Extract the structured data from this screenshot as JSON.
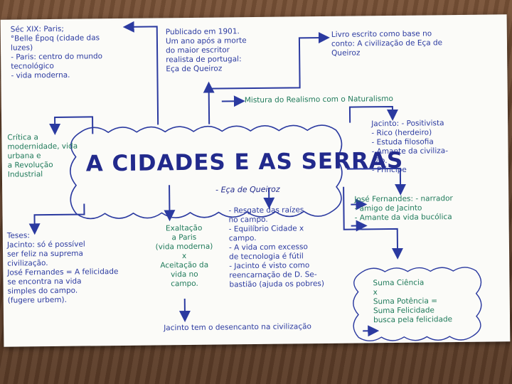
{
  "title": "A CIDADES E AS SERRAS",
  "author": "- Eça de Queiroz",
  "notes": {
    "paris": "Séc XIX: Paris;\n°Belle Époq (cidade das\nluzes)\n- Paris: centro do mundo\ntecnológico\n- vida moderna.",
    "publicado": "Publicado em 1901.\nUm ano após a morte\ndo maior escritor\nrealista de portugal:\nEça de Queiroz",
    "livro": "Livro escrito como base no\nconto: A civilização de Eça de\nQueiroz",
    "mistura": "Mistura do Realismo com o Naturalismo",
    "critica": "Crítica a\nmodernidade, vida\nurbana e\na Revolução\nIndustrial",
    "jacinto": "Jacinto: - Positivista\n- Rico (herdeiro)\n- Estuda filosofia\n- Amante da civiliza-\nção.\n- Príncipe",
    "jose": "José Fernandes: - narrador\n- amigo de Jacinto\n- Amante da vida bucólica",
    "teses": "Teses:\nJacinto: só é possível\nser feliz na suprema\ncivilização.\nJosé Fernandes = A felicidade\nse encontra na vida\nsimples do campo.\n(fugere urbem).",
    "exaltacao": "Exaltação\na Paris\n(vida moderna)\nx\nAceitação da\nvida no\ncampo.",
    "resgate": "- Resgate das raízes\nno campo.\n- Equilíbrio Cidade x\ncampo.\n- A vida com excesso\nde tecnologia é fútil\n- Jacinto é visto como\nreencarnação de D. Se-\nbastião (ajuda os pobres)",
    "desencanto": "Jacinto tem o desencanto na civilização",
    "suma": "Suma Ciência\nx\nSuma Potência =\nSuma Felicidade\nbusca pela felicidade"
  },
  "colors": {
    "ink_blue": "#2b3aa0",
    "ink_green": "#1f7a5a",
    "paper": "#fbfbf8"
  }
}
